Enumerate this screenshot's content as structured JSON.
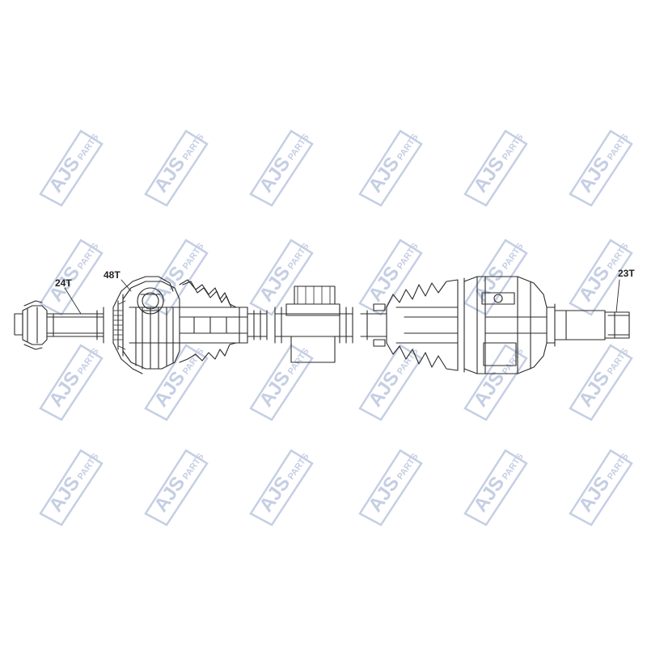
{
  "watermark": {
    "brand": "AJS",
    "sub": "PARTS",
    "color": "#c5cee3"
  },
  "diagram": {
    "line_color": "#2a2a2a",
    "labels": {
      "left_spline": "24T",
      "abs_ring": "48T",
      "right_spline": "23T"
    }
  }
}
